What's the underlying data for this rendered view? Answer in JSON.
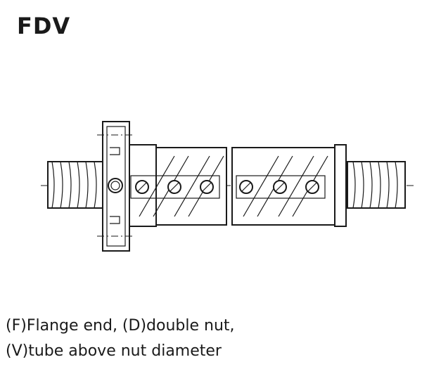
{
  "title": "FDV",
  "caption": {
    "line1": "(F)Flange end, (D)double nut,",
    "line2": "(V)tube above nut diameter"
  }
}
